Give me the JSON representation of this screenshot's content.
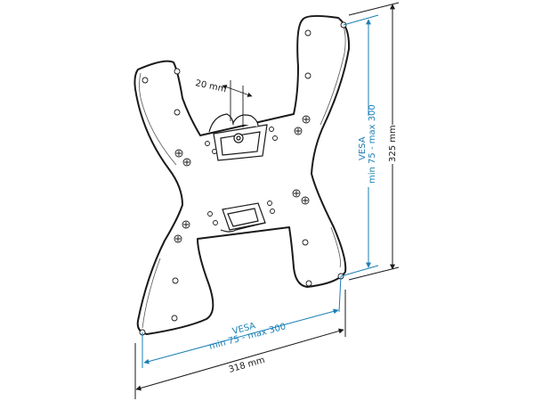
{
  "diagram": {
    "title": "TV wall mount bracket dimensions",
    "colors": {
      "outline": "#1a1a1a",
      "vesa_blue": "#1a7fb5",
      "background": "#ffffff"
    },
    "dimensions": {
      "gap": {
        "label": "20 mm"
      },
      "height_total": {
        "label": "325 mm"
      },
      "width_total": {
        "label": "318 mm"
      },
      "vesa_vertical": {
        "line1": "VESA",
        "line2": "min 75 - max 300"
      },
      "vesa_horizontal": {
        "line1": "VESA",
        "line2": "min 75 - max 300"
      }
    }
  }
}
